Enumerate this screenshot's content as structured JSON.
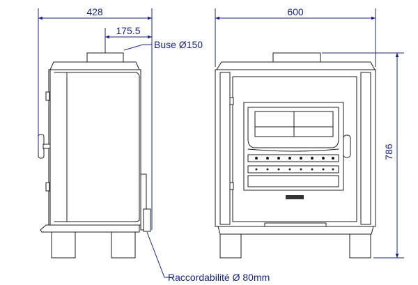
{
  "dimensions": {
    "side_depth": "428",
    "flue_offset": "175.5",
    "front_width": "600",
    "height": "786"
  },
  "labels": {
    "flue": "Buse Ø150",
    "air_inlet": "Raccordabilité Ø 80mm",
    "brand": "■■■■"
  },
  "colors": {
    "dimension": "#1a237e",
    "ink": "#1c1c1c"
  },
  "icons": {
    "brand_logo": "brand-logo-icon"
  }
}
